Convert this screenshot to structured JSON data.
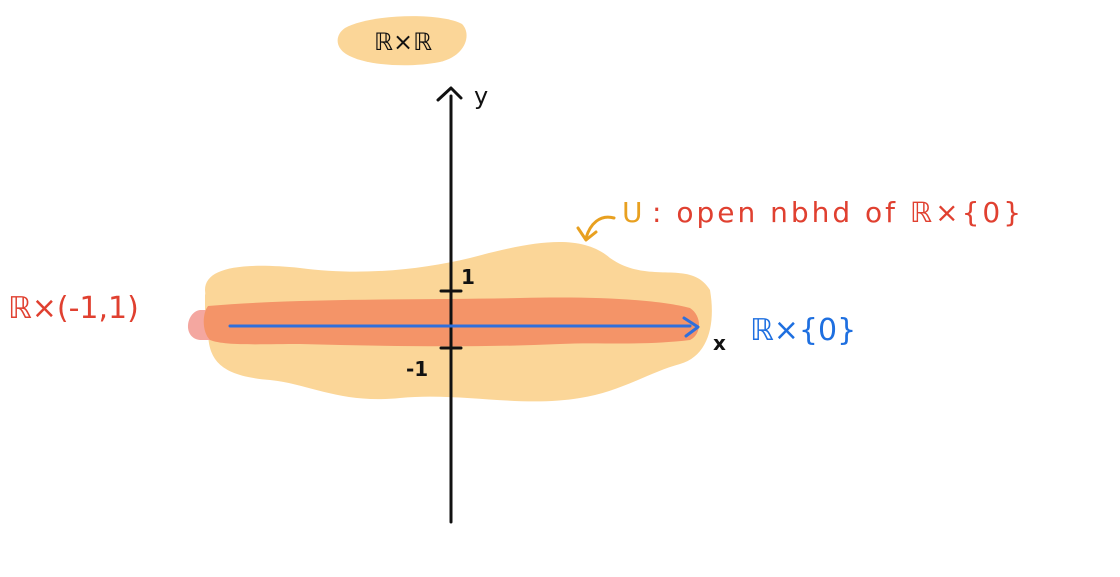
{
  "title_label": "ℝ×ℝ",
  "axes": {
    "x_label": "x",
    "y_label": "y"
  },
  "ticks": {
    "upper": "1",
    "lower": "-1"
  },
  "labels": {
    "strip": "ℝ×(-1,1)",
    "line": "ℝ×{0}",
    "nbhd_name": "U",
    "nbhd_desc": ": open nbhd of ℝ×{0}"
  },
  "colors": {
    "neighborhood": "#fbd698",
    "strip": "#f49468",
    "strip_cap": "#f4a7a0",
    "line": "#2f6fdc",
    "red_text": "#e04030",
    "orange_text": "#e8a020",
    "blue_text": "#1e6fe0",
    "axis": "#111111"
  }
}
